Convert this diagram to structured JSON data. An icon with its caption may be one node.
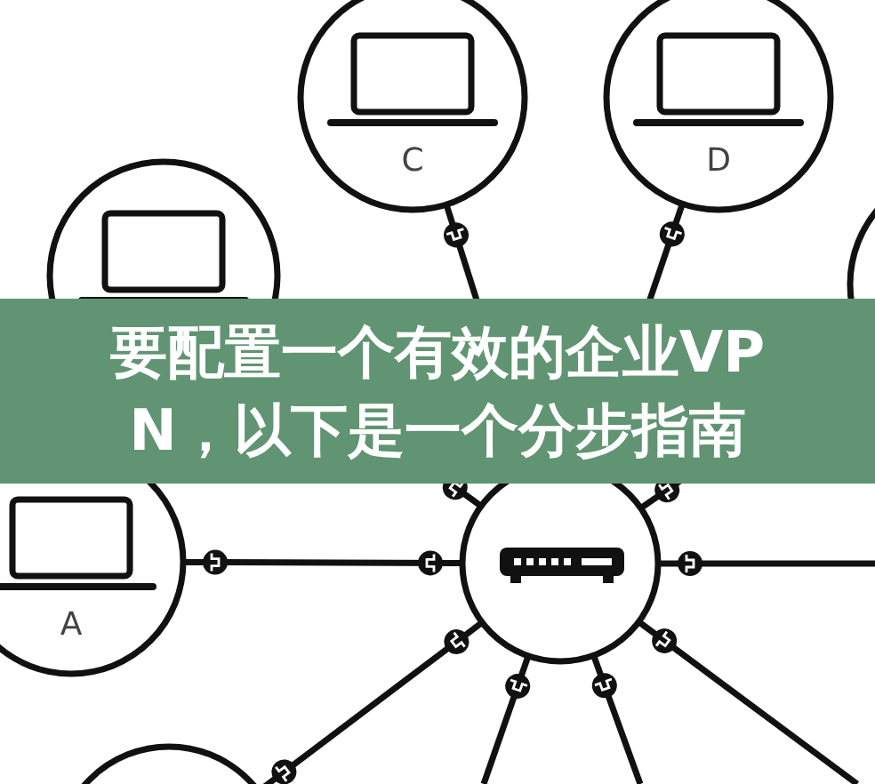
{
  "diagram": {
    "title": "要配置一个有效的企业VPN，以下是一个分步指南",
    "nodes": [
      {
        "text": [
          "C"
        ]
      },
      {
        "text": [
          "D"
        ]
      },
      {
        "text": [],
        "shape": "circle"
      },
      {
        "text": [],
        "shape": "circle"
      },
      {
        "text": [
          "A"
        ]
      },
      {
        "text": [],
        "shape": "circle"
      },
      {
        "text": [],
        "shape": "circle"
      }
    ],
    "edges": [
      {
        "from": 5,
        "to": 2,
        "arrow": "none"
      },
      {
        "from": 5,
        "to": 0,
        "arrow": "none"
      },
      {
        "from": 5,
        "to": 1,
        "arrow": "none"
      },
      {
        "from": 5,
        "to": 3,
        "arrow": "none"
      },
      {
        "from": 5,
        "to": 4,
        "arrow": "none"
      },
      {
        "from": 5,
        "to": null,
        "arrow": "none"
      },
      {
        "from": 5,
        "to": 6,
        "arrow": "none"
      },
      {
        "from": 5,
        "to": null,
        "arrow": "none"
      },
      {
        "from": 5,
        "to": null,
        "arrow": "none"
      },
      {
        "from": 5,
        "to": null,
        "arrow": "none"
      }
    ]
  }
}
